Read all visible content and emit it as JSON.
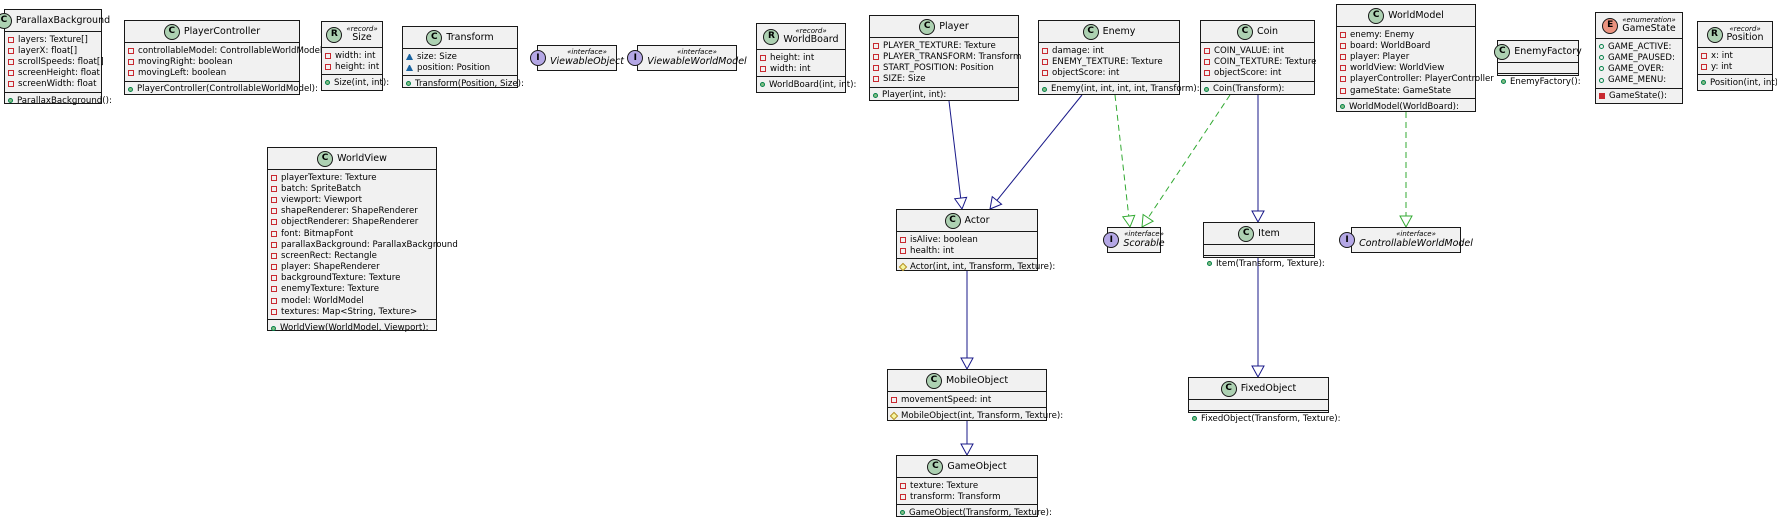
{
  "colors": {
    "class_badge": "#add1b2",
    "record_badge": "#add1b2",
    "interface_badge": "#b4a7e5",
    "enum_badge": "#eb937f",
    "inheritance_edge": "#181888",
    "realization_edge": "#33aa33",
    "box_fill": "#f1f1f1"
  },
  "classes": [
    {
      "id": "ParallaxBackground",
      "name": "ParallaxBackground",
      "kind": "class",
      "badge": "C",
      "stereotype": "",
      "fields": [
        {
          "vis": "priv",
          "text": "layers: Texture[]"
        },
        {
          "vis": "priv",
          "text": "layerX: float[]"
        },
        {
          "vis": "priv",
          "text": "scrollSpeeds: float[]"
        },
        {
          "vis": "priv",
          "text": "screenHeight: float"
        },
        {
          "vis": "priv",
          "text": "screenWidth: float"
        }
      ],
      "methods": [
        {
          "vis": "pubf",
          "text": "ParallaxBackground():"
        }
      ]
    },
    {
      "id": "PlayerController",
      "name": "PlayerController",
      "kind": "class",
      "badge": "C",
      "stereotype": "",
      "fields": [
        {
          "vis": "priv",
          "text": "controllableModel: ControllableWorldModel"
        },
        {
          "vis": "priv",
          "text": "movingRight: boolean"
        },
        {
          "vis": "priv",
          "text": "movingLeft: boolean"
        }
      ],
      "methods": [
        {
          "vis": "pubf",
          "text": "PlayerController(ControllableWorldModel):"
        }
      ]
    },
    {
      "id": "Size",
      "name": "Size",
      "kind": "record",
      "badge": "R",
      "stereotype": "«record»",
      "fields": [
        {
          "vis": "priv",
          "text": "width: int"
        },
        {
          "vis": "priv",
          "text": "height: int"
        }
      ],
      "methods": [
        {
          "vis": "pubf",
          "text": "Size(int, int):"
        }
      ]
    },
    {
      "id": "Transform",
      "name": "Transform",
      "kind": "class",
      "badge": "C",
      "stereotype": "",
      "fields": [
        {
          "vis": "pkg",
          "text": "size: Size"
        },
        {
          "vis": "pkg",
          "text": "position: Position"
        }
      ],
      "methods": [
        {
          "vis": "pubf",
          "text": "Transform(Position, Size):"
        }
      ]
    },
    {
      "id": "ViewableObject",
      "name": "ViewableObject",
      "kind": "interface",
      "badge": "I",
      "stereotype": "«interface»",
      "fields": null,
      "methods": null
    },
    {
      "id": "ViewableWorldModel",
      "name": "ViewableWorldModel",
      "kind": "interface",
      "badge": "I",
      "stereotype": "«interface»",
      "fields": null,
      "methods": null
    },
    {
      "id": "WorldBoard",
      "name": "WorldBoard",
      "kind": "record",
      "badge": "R",
      "stereotype": "«record»",
      "fields": [
        {
          "vis": "priv",
          "text": "height: int"
        },
        {
          "vis": "priv",
          "text": "width: int"
        }
      ],
      "methods": [
        {
          "vis": "pubf",
          "text": "WorldBoard(int, int):"
        }
      ]
    },
    {
      "id": "Player",
      "name": "Player",
      "kind": "class",
      "badge": "C",
      "stereotype": "",
      "fields": [
        {
          "vis": "priv",
          "text": "PLAYER_TEXTURE: Texture"
        },
        {
          "vis": "priv",
          "text": "PLAYER_TRANSFORM: Transform"
        },
        {
          "vis": "priv",
          "text": "START_POSITION: Position"
        },
        {
          "vis": "priv",
          "text": "SIZE: Size"
        }
      ],
      "methods": [
        {
          "vis": "pubf",
          "text": "Player(int, int):"
        }
      ]
    },
    {
      "id": "Enemy",
      "name": "Enemy",
      "kind": "class",
      "badge": "C",
      "stereotype": "",
      "fields": [
        {
          "vis": "priv",
          "text": "damage: int"
        },
        {
          "vis": "priv",
          "text": "ENEMY_TEXTURE: Texture"
        },
        {
          "vis": "priv",
          "text": "objectScore: int"
        }
      ],
      "methods": [
        {
          "vis": "pubf",
          "text": "Enemy(int, int, int, int, Transform):"
        }
      ]
    },
    {
      "id": "Coin",
      "name": "Coin",
      "kind": "class",
      "badge": "C",
      "stereotype": "",
      "fields": [
        {
          "vis": "priv",
          "text": "COIN_VALUE: int"
        },
        {
          "vis": "priv",
          "text": "COIN_TEXTURE: Texture"
        },
        {
          "vis": "priv",
          "text": "objectScore: int"
        }
      ],
      "methods": [
        {
          "vis": "pubf",
          "text": "Coin(Transform):"
        }
      ]
    },
    {
      "id": "WorldModel",
      "name": "WorldModel",
      "kind": "class",
      "badge": "C",
      "stereotype": "",
      "fields": [
        {
          "vis": "priv",
          "text": "enemy: Enemy"
        },
        {
          "vis": "priv",
          "text": "board: WorldBoard"
        },
        {
          "vis": "priv",
          "text": "player: Player"
        },
        {
          "vis": "priv",
          "text": "worldView: WorldView"
        },
        {
          "vis": "priv",
          "text": "playerController: PlayerController"
        },
        {
          "vis": "priv",
          "text": "gameState: GameState"
        }
      ],
      "methods": [
        {
          "vis": "pubf",
          "text": "WorldModel(WorldBoard):"
        }
      ]
    },
    {
      "id": "EnemyFactory",
      "name": "EnemyFactory",
      "kind": "class",
      "badge": "C",
      "stereotype": "",
      "fields": [],
      "methods": [
        {
          "vis": "pubf",
          "text": "EnemyFactory():"
        }
      ]
    },
    {
      "id": "GameState",
      "name": "GameState",
      "kind": "enum",
      "badge": "E",
      "stereotype": "«enumeration»",
      "fields": [
        {
          "vis": "pub",
          "text": "GAME_ACTIVE:"
        },
        {
          "vis": "pub",
          "text": "GAME_PAUSED:"
        },
        {
          "vis": "pub",
          "text": "GAME_OVER:"
        },
        {
          "vis": "pub",
          "text": "GAME_MENU:"
        }
      ],
      "methods": [
        {
          "vis": "privf",
          "text": "GameState():"
        }
      ]
    },
    {
      "id": "Position",
      "name": "Position",
      "kind": "record",
      "badge": "R",
      "stereotype": "«record»",
      "fields": [
        {
          "vis": "priv",
          "text": "x: int"
        },
        {
          "vis": "priv",
          "text": "y: int"
        }
      ],
      "methods": [
        {
          "vis": "pubf",
          "text": "Position(int, int):"
        }
      ]
    },
    {
      "id": "WorldView",
      "name": "WorldView",
      "kind": "class",
      "badge": "C",
      "stereotype": "",
      "fields": [
        {
          "vis": "priv",
          "text": "playerTexture: Texture"
        },
        {
          "vis": "priv",
          "text": "batch: SpriteBatch"
        },
        {
          "vis": "priv",
          "text": "viewport: Viewport"
        },
        {
          "vis": "priv",
          "text": "shapeRenderer: ShapeRenderer"
        },
        {
          "vis": "priv",
          "text": "objectRenderer: ShapeRenderer"
        },
        {
          "vis": "priv",
          "text": "font: BitmapFont"
        },
        {
          "vis": "priv",
          "text": "parallaxBackground: ParallaxBackground"
        },
        {
          "vis": "priv",
          "text": "screenRect: Rectangle"
        },
        {
          "vis": "priv",
          "text": "player: ShapeRenderer"
        },
        {
          "vis": "priv",
          "text": "backgroundTexture: Texture"
        },
        {
          "vis": "priv",
          "text": "enemyTexture: Texture"
        },
        {
          "vis": "priv",
          "text": "model: WorldModel"
        },
        {
          "vis": "priv",
          "text": "textures: Map<String, Texture>"
        }
      ],
      "methods": [
        {
          "vis": "pubf",
          "text": "WorldView(WorldModel, Viewport):"
        }
      ]
    },
    {
      "id": "Actor",
      "name": "Actor",
      "kind": "class",
      "badge": "C",
      "stereotype": "",
      "fields": [
        {
          "vis": "priv",
          "text": "isAlive: boolean"
        },
        {
          "vis": "priv",
          "text": "health: int"
        }
      ],
      "methods": [
        {
          "vis": "prot",
          "text": "Actor(int, int, Transform, Texture):"
        }
      ]
    },
    {
      "id": "Scorable",
      "name": "Scorable",
      "kind": "interface",
      "badge": "I",
      "stereotype": "«interface»",
      "fields": null,
      "methods": null
    },
    {
      "id": "Item",
      "name": "Item",
      "kind": "class",
      "badge": "C",
      "stereotype": "",
      "fields": [],
      "methods": [
        {
          "vis": "pubf",
          "text": "Item(Transform, Texture):"
        }
      ]
    },
    {
      "id": "ControllableWorldModel",
      "name": "ControllableWorldModel",
      "kind": "interface",
      "badge": "I",
      "stereotype": "«interface»",
      "fields": null,
      "methods": null
    },
    {
      "id": "MobileObject",
      "name": "MobileObject",
      "kind": "class",
      "badge": "C",
      "stereotype": "",
      "fields": [
        {
          "vis": "priv",
          "text": "movementSpeed: int"
        }
      ],
      "methods": [
        {
          "vis": "prot",
          "text": "MobileObject(int, Transform, Texture):"
        }
      ]
    },
    {
      "id": "FixedObject",
      "name": "FixedObject",
      "kind": "class",
      "badge": "C",
      "stereotype": "",
      "fields": [],
      "methods": [
        {
          "vis": "pubf",
          "text": "FixedObject(Transform, Texture):"
        }
      ]
    },
    {
      "id": "GameObject",
      "name": "GameObject",
      "kind": "class",
      "badge": "C",
      "stereotype": "",
      "fields": [
        {
          "vis": "priv",
          "text": "texture: Texture"
        },
        {
          "vis": "priv",
          "text": "transform: Transform"
        }
      ],
      "methods": [
        {
          "vis": "pubf",
          "text": "GameObject(Transform, Texture):"
        }
      ]
    }
  ],
  "relations": [
    {
      "from": "Player",
      "to": "Actor",
      "type": "extends"
    },
    {
      "from": "Enemy",
      "to": "Actor",
      "type": "extends"
    },
    {
      "from": "Enemy",
      "to": "Scorable",
      "type": "implements"
    },
    {
      "from": "Coin",
      "to": "Scorable",
      "type": "implements"
    },
    {
      "from": "Coin",
      "to": "Item",
      "type": "extends"
    },
    {
      "from": "WorldModel",
      "to": "ControllableWorldModel",
      "type": "implements"
    },
    {
      "from": "Actor",
      "to": "MobileObject",
      "type": "extends"
    },
    {
      "from": "Item",
      "to": "FixedObject",
      "type": "extends"
    },
    {
      "from": "MobileObject",
      "to": "GameObject",
      "type": "extends"
    }
  ]
}
